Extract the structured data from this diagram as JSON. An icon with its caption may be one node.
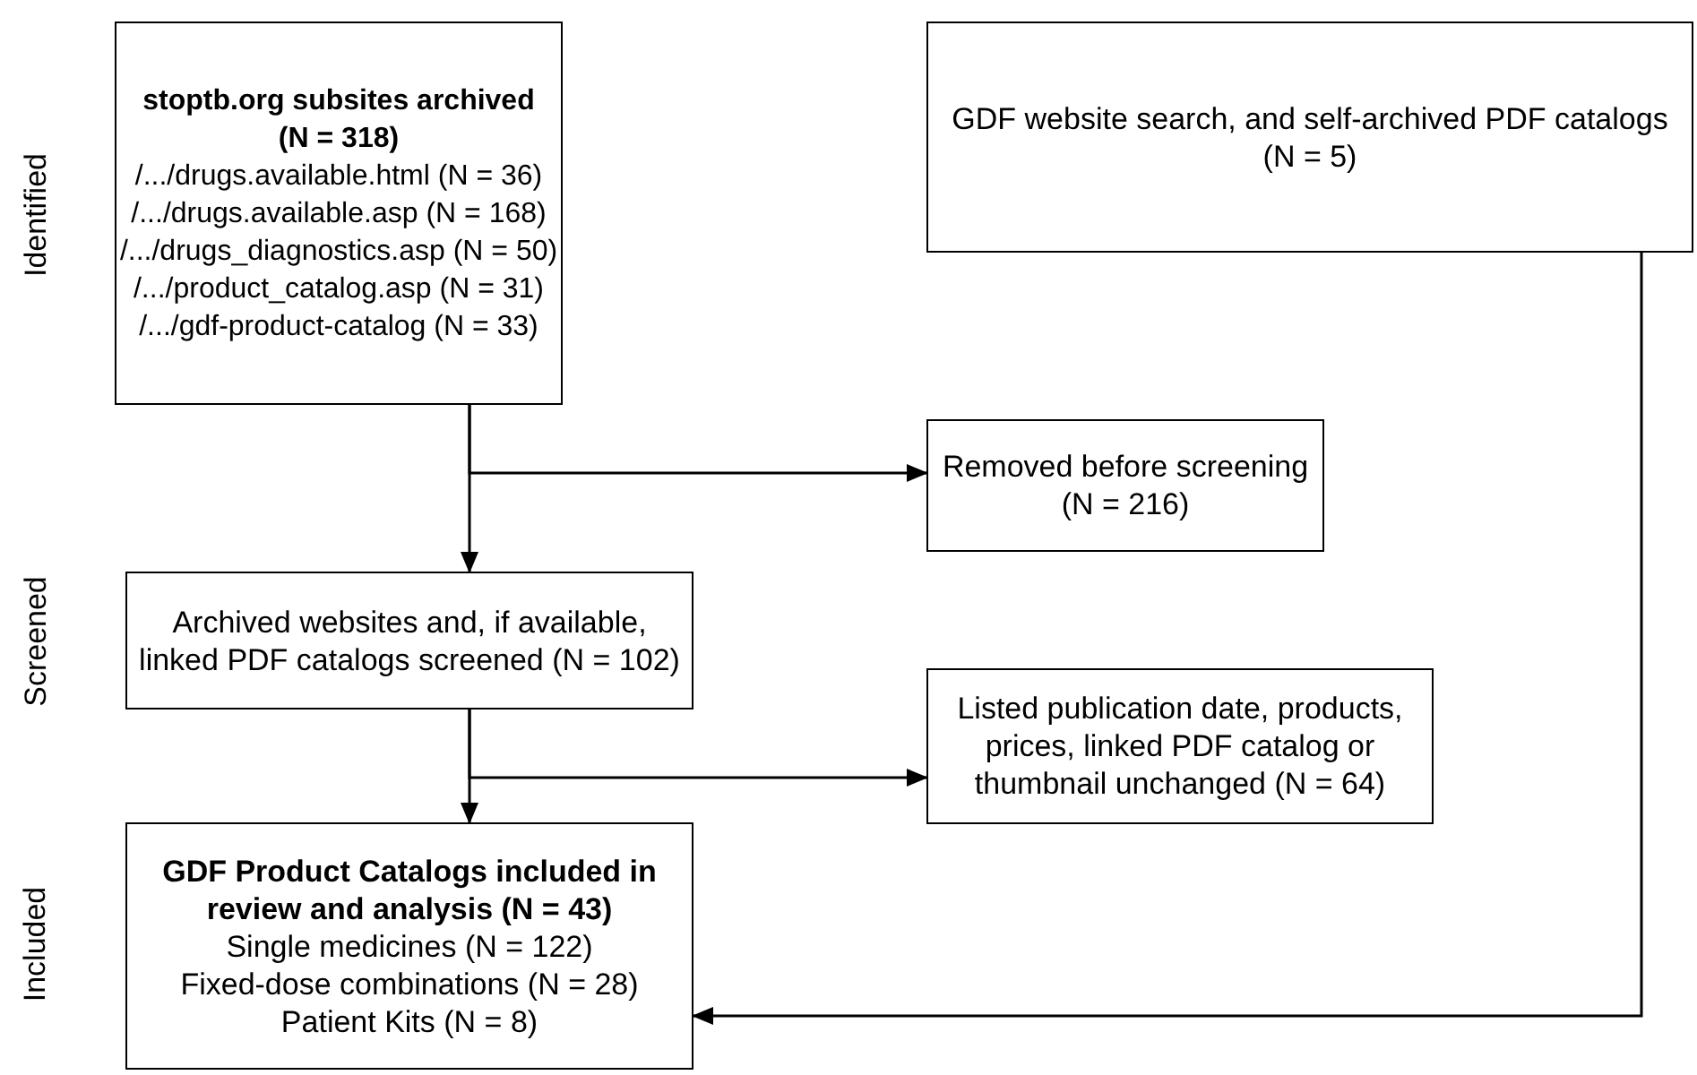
{
  "diagram": {
    "nodes": [
      {
        "text": [
          "stoptb.org subsites archived (N = 318)",
          "/.../drugs.available.html (N = 36)",
          "/.../drugs.available.asp (N = 168)",
          "/.../drugs_diagnostics.asp (N = 50)",
          "/.../product_catalog.asp (N = 31)",
          "/.../gdf-product-catalog (N = 33)"
        ]
      },
      {
        "text": [
          "GDF website search, and self-archived PDF catalogs (N = 5)"
        ]
      },
      {
        "text": [
          "Removed before screening (N = 216)"
        ]
      },
      {
        "text": [
          "Archived websites and, if available, linked PDF catalogs screened (N = 102)"
        ]
      },
      {
        "text": [
          "Listed publication date, products, prices, linked PDF catalog or thumbnail unchanged (N = 64)"
        ]
      },
      {
        "text": [
          "GDF Product Catalogs included in review and analysis (N = 43)",
          "Single medicines (N = 122)",
          "Fixed-dose combinations (N = 28)",
          "Patient Kits (N = 8)"
        ]
      }
    ],
    "edges": [
      {
        "from": 0,
        "to": 3,
        "arrow": "to"
      },
      {
        "from": 0,
        "to": 2,
        "arrow": "to"
      },
      {
        "from": 3,
        "to": 5,
        "arrow": "to"
      },
      {
        "from": 3,
        "to": 4,
        "arrow": "to"
      },
      {
        "from": 1,
        "to": 5,
        "arrow": "to"
      }
    ],
    "labels": [
      "Identified",
      "Screened",
      "Included"
    ]
  }
}
